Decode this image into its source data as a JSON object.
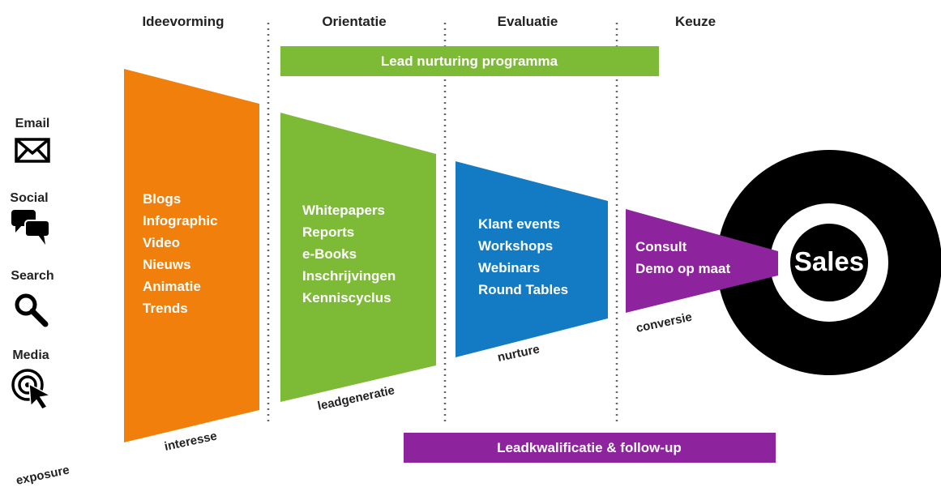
{
  "phases": [
    "Ideevorming",
    "Orientatie",
    "Evaluatie",
    "Keuze"
  ],
  "bars": {
    "top": "Lead nurturing programma",
    "bottom": "Leadkwalificatie & follow-up"
  },
  "channels": [
    {
      "label": "Email",
      "icon": "envelope-icon"
    },
    {
      "label": "Social",
      "icon": "chat-bubbles-icon"
    },
    {
      "label": "Search",
      "icon": "magnifier-icon"
    },
    {
      "label": "Media",
      "icon": "click-target-icon"
    }
  ],
  "funnel": [
    {
      "items": [
        "Blogs",
        "Infographic",
        "Video",
        "Nieuws",
        "Animatie",
        "Trends"
      ],
      "label": "interesse",
      "color": "#f07f0b"
    },
    {
      "items": [
        "Whitepapers",
        "Reports",
        "e-Books",
        "Inschrijvingen",
        "Kenniscyclus"
      ],
      "label": "leadgeneratie",
      "color": "#7dba36"
    },
    {
      "items": [
        "Klant events",
        "Workshops",
        "Webinars",
        "Round Tables"
      ],
      "label": "nurture",
      "color": "#137bc3"
    },
    {
      "items": [
        "Consult",
        "Demo op maat"
      ],
      "label": "conversie",
      "color": "#8d249e"
    }
  ],
  "exposure_label": "exposure",
  "target_label": "Sales",
  "colors": {
    "green": "#7dba36",
    "purple": "#8d249e",
    "orange": "#f07f0b",
    "blue": "#137bc3",
    "black": "#000000"
  }
}
